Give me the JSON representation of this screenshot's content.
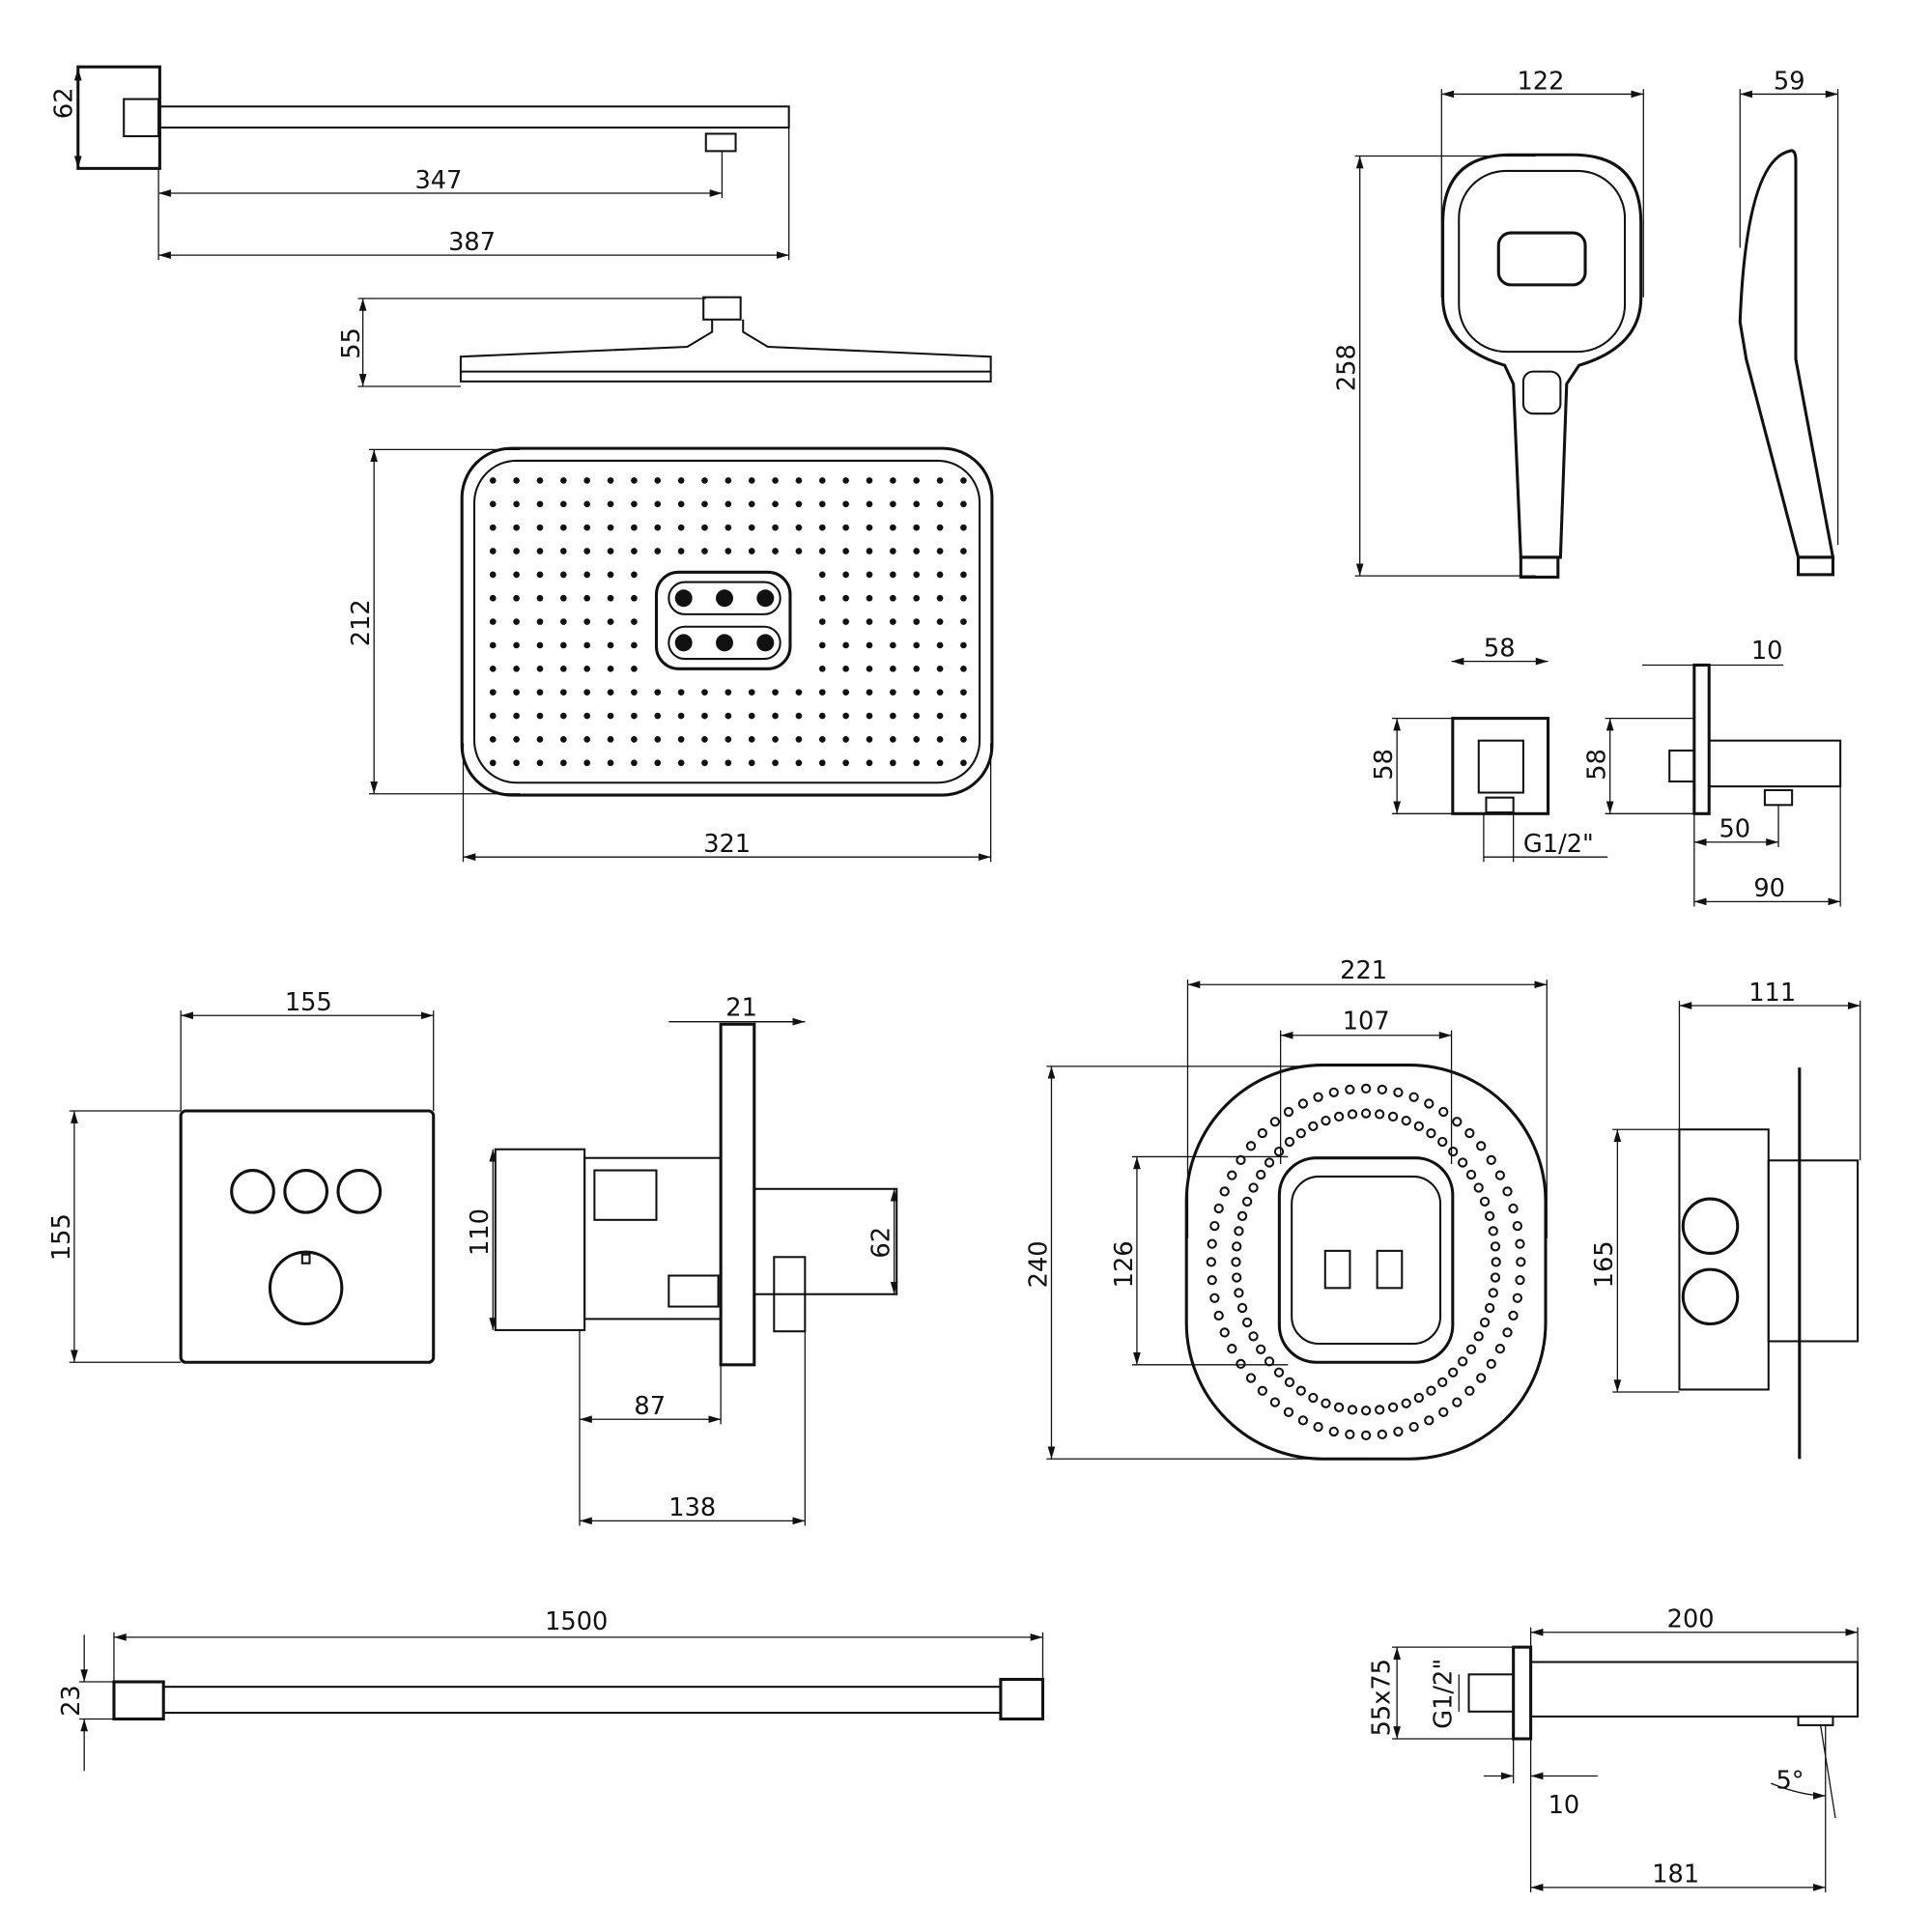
{
  "colors": {
    "line": "#111111",
    "background": "#ffffff"
  },
  "views": {
    "arm": {
      "height": "62",
      "length_to_outlet": "347",
      "length_total": "387"
    },
    "head_side": {
      "height": "55"
    },
    "head_top": {
      "depth": "212",
      "width": "321"
    },
    "hand_shower": {
      "width": "122",
      "thickness": "59",
      "length": "258"
    },
    "outlet_elbow": {
      "width": "58",
      "height": "58",
      "thread": "G1/2\"",
      "plate": "10",
      "side_height": "58",
      "outlet_offset": "50",
      "depth": "90"
    },
    "mixer_front": {
      "width": "155",
      "height": "155"
    },
    "mixer_side": {
      "plate": "21",
      "body_height": "110",
      "outlet_height": "62",
      "depth_min": "87",
      "depth_max": "138"
    },
    "box_front": {
      "outer_width": "221",
      "inner_width": "107",
      "outer_height": "240",
      "inner_height": "126"
    },
    "box_side": {
      "depth": "111",
      "height": "165"
    },
    "hose": {
      "length": "1500",
      "diameter": "23"
    },
    "spout": {
      "length": "200",
      "section": "55x75",
      "thread": "G1/2\"",
      "angle": "5°",
      "plate": "10",
      "projection": "181"
    }
  }
}
